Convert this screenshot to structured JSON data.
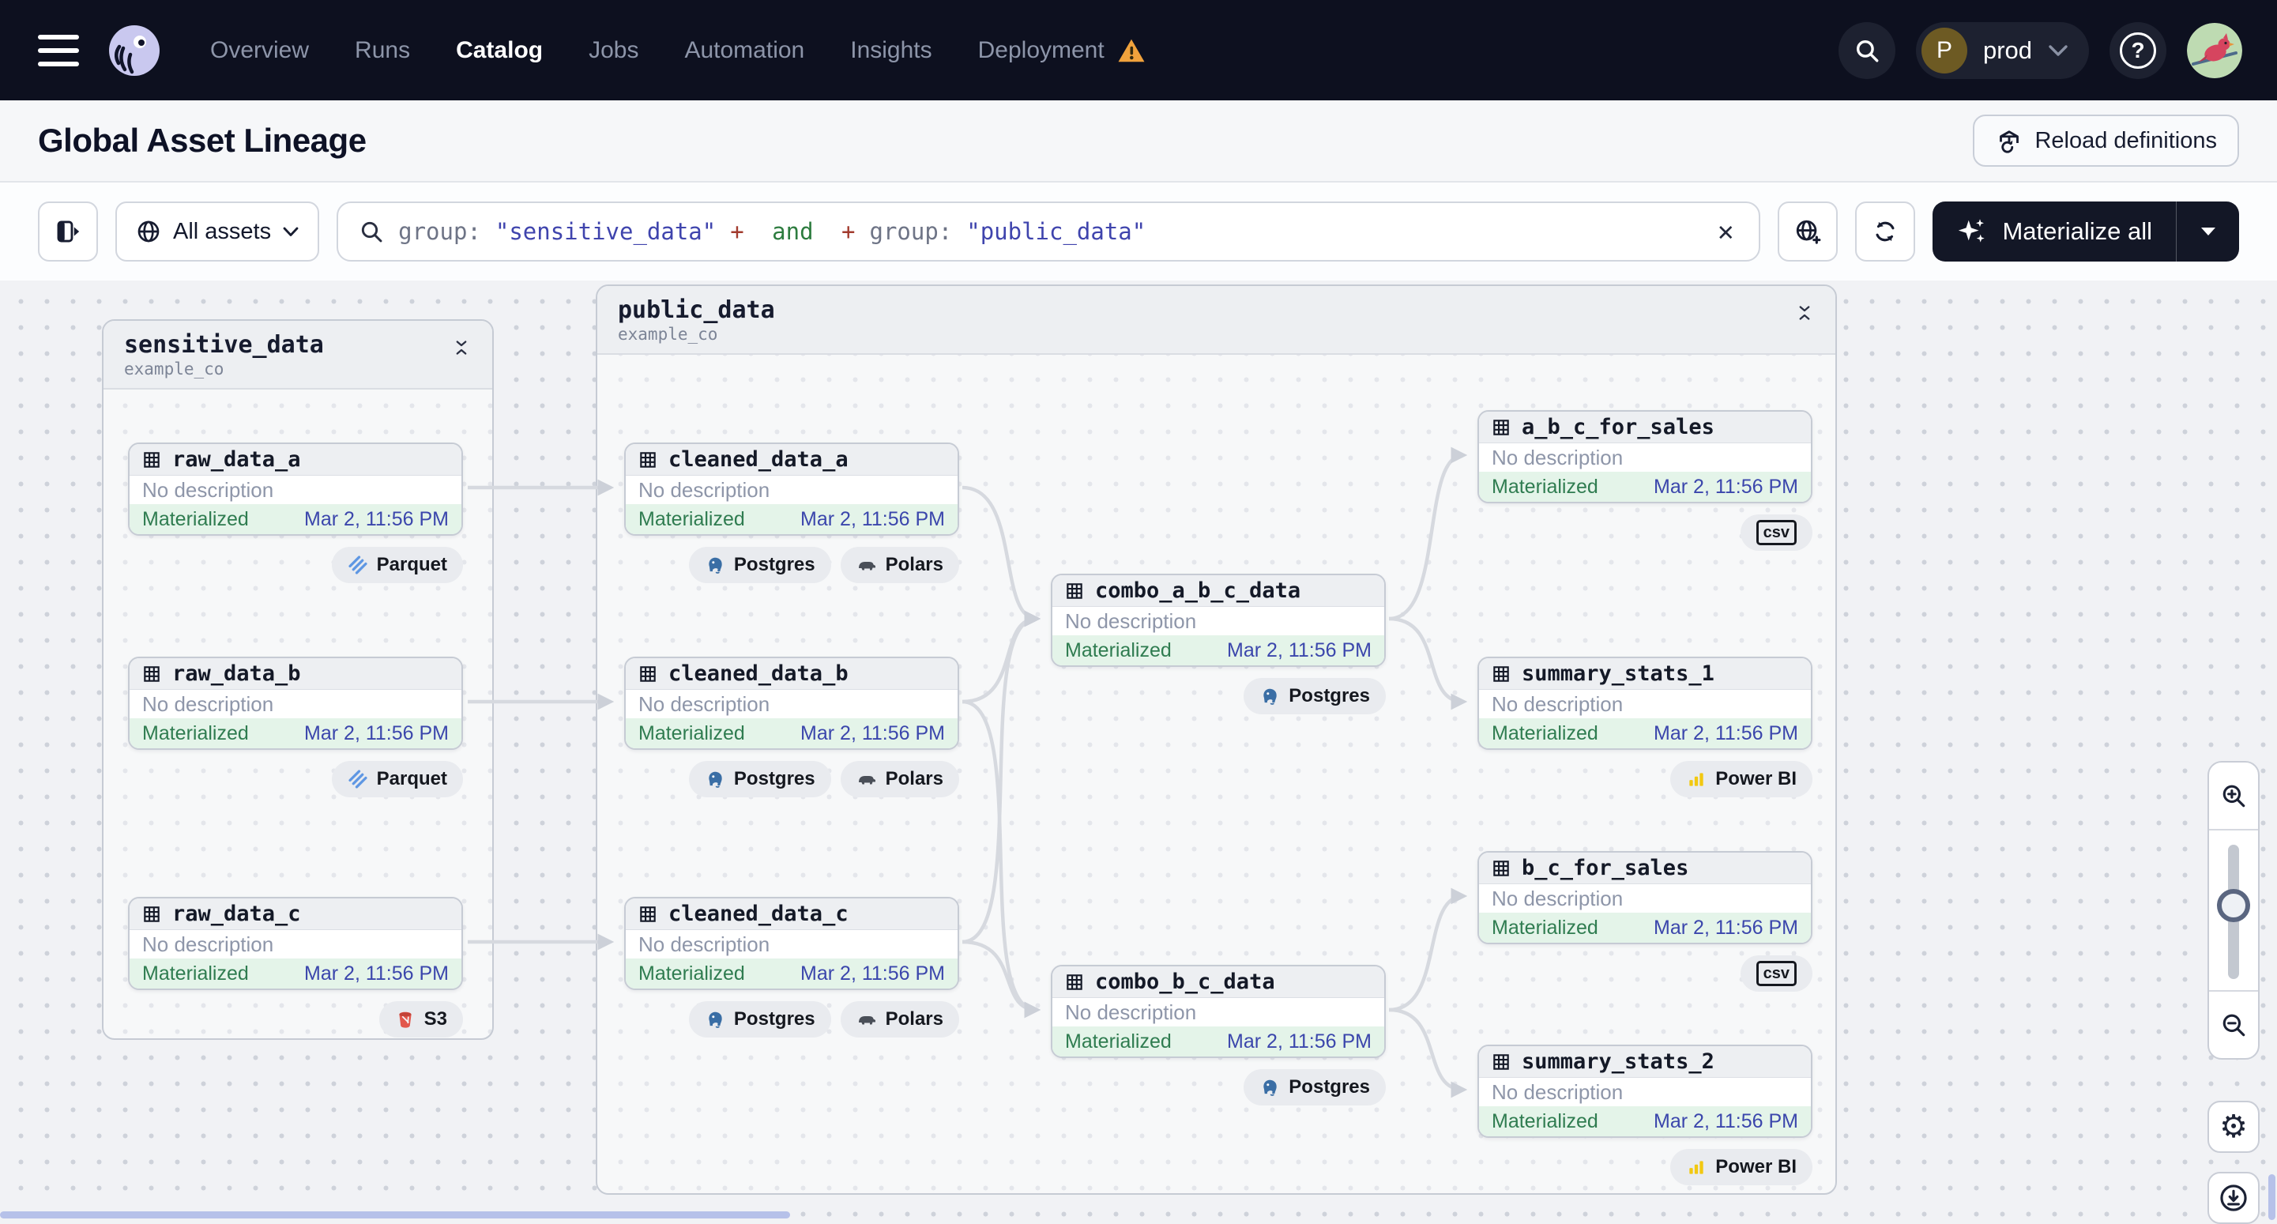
{
  "nav": {
    "menu": [
      "Overview",
      "Runs",
      "Catalog",
      "Jobs",
      "Automation",
      "Insights",
      "Deployment"
    ],
    "active_item": "Catalog",
    "environment": {
      "initial": "P",
      "name": "prod"
    },
    "help_label": "?"
  },
  "page": {
    "title": "Global Asset Lineage",
    "reload_button": "Reload definitions"
  },
  "toolbar": {
    "scope": "All assets",
    "query": [
      {
        "text": "group:"
      },
      {
        "text": "\"sensitive_data\""
      },
      {
        "text": "+"
      },
      {
        "text": " and "
      },
      {
        "text": "+"
      },
      {
        "text": "group:"
      },
      {
        "text": "\"public_data\""
      }
    ],
    "clear": "✕",
    "materialize": "Materialize all"
  },
  "groups": [
    {
      "name": "sensitive_data",
      "location": "example_co"
    },
    {
      "name": "public_data",
      "location": "example_co"
    }
  ],
  "nodes": [
    {
      "name": "raw_data_a",
      "description": "No description",
      "status": "Materialized",
      "timestamp": "Mar 2, 11:56 PM",
      "badges": [
        "Parquet"
      ]
    },
    {
      "name": "raw_data_b",
      "description": "No description",
      "status": "Materialized",
      "timestamp": "Mar 2, 11:56 PM",
      "badges": [
        "Parquet"
      ]
    },
    {
      "name": "raw_data_c",
      "description": "No description",
      "status": "Materialized",
      "timestamp": "Mar 2, 11:56 PM",
      "badges": [
        "S3"
      ]
    },
    {
      "name": "cleaned_data_a",
      "description": "No description",
      "status": "Materialized",
      "timestamp": "Mar 2, 11:56 PM",
      "badges": [
        "Postgres",
        "Polars"
      ]
    },
    {
      "name": "cleaned_data_b",
      "description": "No description",
      "status": "Materialized",
      "timestamp": "Mar 2, 11:56 PM",
      "badges": [
        "Postgres",
        "Polars"
      ]
    },
    {
      "name": "cleaned_data_c",
      "description": "No description",
      "status": "Materialized",
      "timestamp": "Mar 2, 11:56 PM",
      "badges": [
        "Postgres",
        "Polars"
      ]
    },
    {
      "name": "combo_a_b_c_data",
      "description": "No description",
      "status": "Materialized",
      "timestamp": "Mar 2, 11:56 PM",
      "badges": [
        "Postgres"
      ]
    },
    {
      "name": "combo_b_c_data",
      "description": "No description",
      "status": "Materialized",
      "timestamp": "Mar 2, 11:56 PM",
      "badges": [
        "Postgres"
      ]
    },
    {
      "name": "a_b_c_for_sales",
      "description": "No description",
      "status": "Materialized",
      "timestamp": "Mar 2, 11:56 PM",
      "badges": [
        "csv"
      ]
    },
    {
      "name": "summary_stats_1",
      "description": "No description",
      "status": "Materialized",
      "timestamp": "Mar 2, 11:56 PM",
      "badges": [
        "Power BI"
      ]
    },
    {
      "name": "b_c_for_sales",
      "description": "No description",
      "status": "Materialized",
      "timestamp": "Mar 2, 11:56 PM",
      "badges": [
        "csv"
      ]
    },
    {
      "name": "summary_stats_2",
      "description": "No description",
      "status": "Materialized",
      "timestamp": "Mar 2, 11:56 PM",
      "badges": [
        "Power BI"
      ]
    }
  ],
  "colors": {
    "nav_bg": "#0d101f",
    "status_green": "#2f7c50",
    "timestamp_indigo": "#3b46ac",
    "status_row_bg": "#e4f4e9",
    "query_string": "#3f44ad",
    "query_operator": "#a23b2e",
    "query_bool": "#2d7c3f",
    "warning_orange": "#f0a23c",
    "materialize_bg": "#131726",
    "edge_gray": "#d6d9df"
  }
}
